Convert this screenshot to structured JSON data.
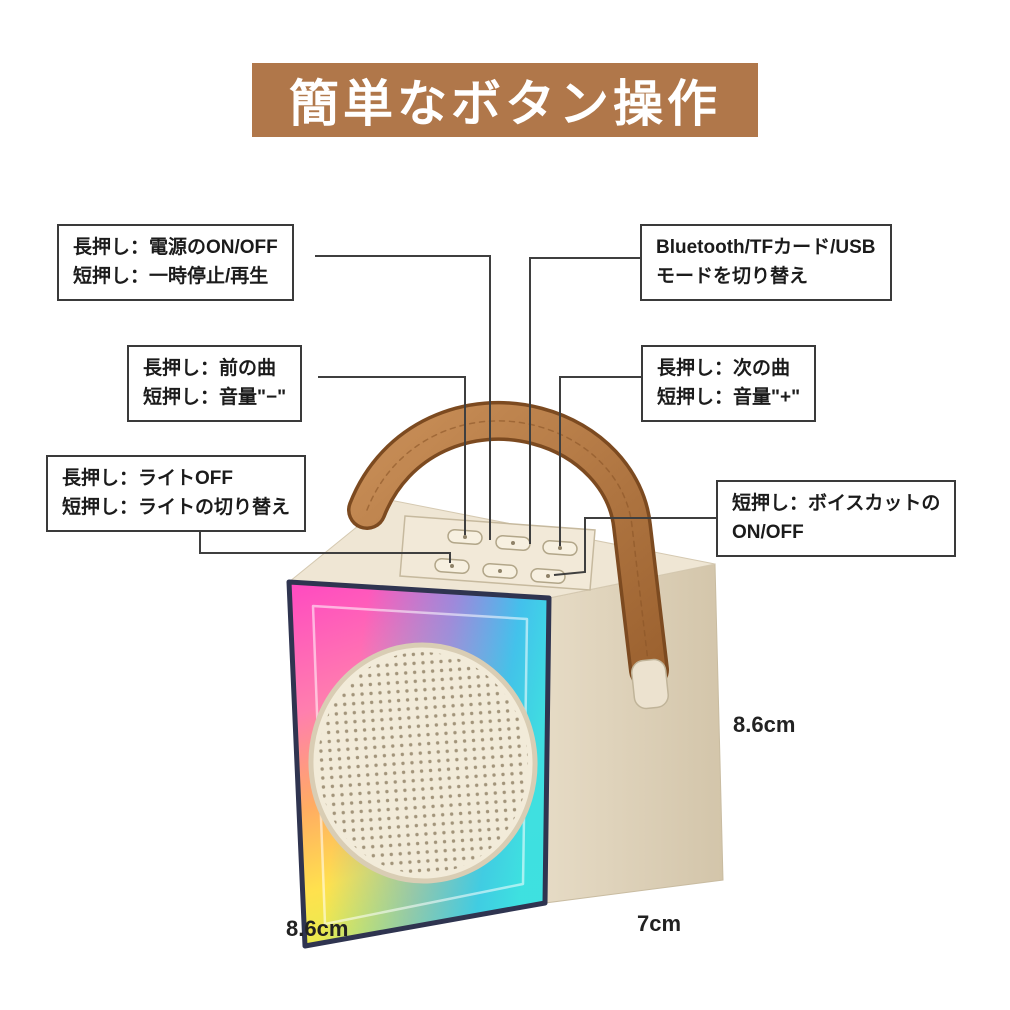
{
  "title": {
    "text": "簡単なボタン操作"
  },
  "callouts": {
    "power": {
      "line1": "長押し：電源のON/OFF",
      "line2": "短押し：一時停止/再生"
    },
    "mode": {
      "line1": "Bluetooth/TFカード/USB",
      "line2": "モードを切り替え"
    },
    "prev": {
      "line1": "長押し：前の曲",
      "line2": "短押し：音量\"−\""
    },
    "next": {
      "line1": "長押し：次の曲",
      "line2": "短押し：音量\"+\""
    },
    "light": {
      "line1": "長押し：ライトOFF",
      "line2": "短押し：ライトの切り替え"
    },
    "voice": {
      "line1": "短押し：ボイスカットの",
      "line2": "ON/OFF"
    }
  },
  "dimensions": {
    "height": "8.6cm",
    "width": "8.6cm",
    "depth": "7cm"
  },
  "colors": {
    "banner": "#b0774a",
    "connector_line": "#3f3f3f",
    "box_border": "#3a3a3a",
    "body_beige": "#e9dfcb",
    "handle_brown": "#b3763f",
    "panel_outline": "#2f3450"
  }
}
